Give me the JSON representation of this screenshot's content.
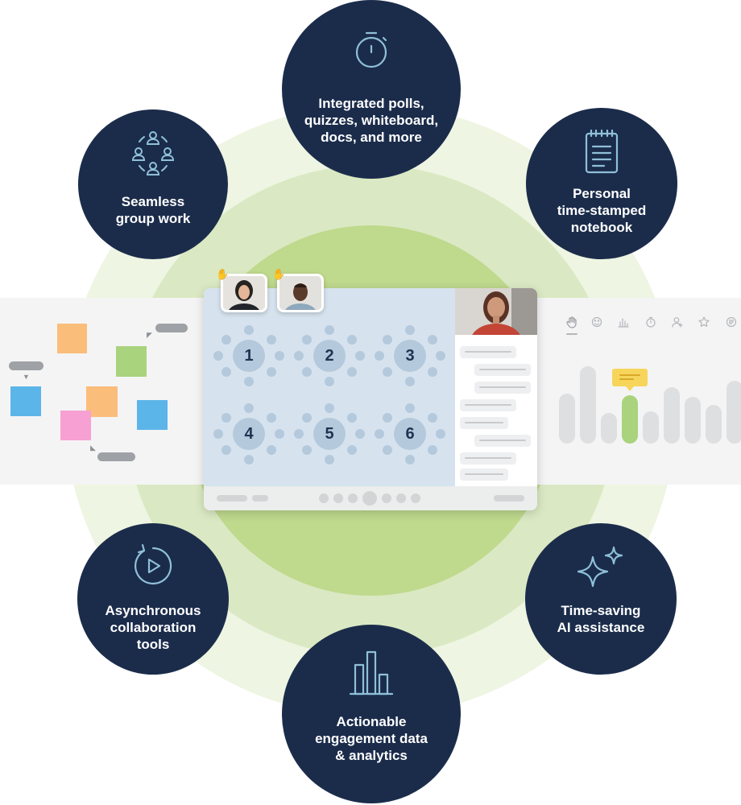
{
  "features": [
    {
      "id": "integrated",
      "label": "Integrated polls,\nquizzes, whiteboard,\ndocs, and more",
      "icon": "stopwatch-icon"
    },
    {
      "id": "group-work",
      "label": "Seamless\ngroup work",
      "icon": "group-circle-icon"
    },
    {
      "id": "notebook",
      "label": "Personal\ntime-stamped\nnotebook",
      "icon": "notebook-icon"
    },
    {
      "id": "async",
      "label": "Asynchronous\ncollaboration\ntools",
      "icon": "replay-icon"
    },
    {
      "id": "ai",
      "label": "Time-saving\nAI assistance",
      "icon": "sparkles-icon"
    },
    {
      "id": "analytics",
      "label": "Actionable\nengagement data\n& analytics",
      "icon": "bar-chart-icon"
    }
  ],
  "rooms": [
    "1",
    "2",
    "3",
    "4",
    "5",
    "6"
  ],
  "colors": {
    "circle": "#1b2c4b",
    "icon_stroke": "#8fc0d8",
    "ring_outer": "#eef5e2",
    "ring_middle": "#dae9c3",
    "ring_inner": "#bfd98d",
    "rooms_bg": "#d6e3ee",
    "sticky_orange": "#fbbd7a",
    "sticky_green": "#a9d37d",
    "sticky_blue": "#5cb5e8",
    "sticky_pink": "#f7a0d3",
    "highlight_bar": "#a9d37d",
    "tooltip": "#f7d55b"
  },
  "toolbar_icons": [
    "hand-icon",
    "reaction-icon",
    "poll-icon",
    "timer-icon",
    "user-icon",
    "star-icon",
    "chat-icon"
  ]
}
